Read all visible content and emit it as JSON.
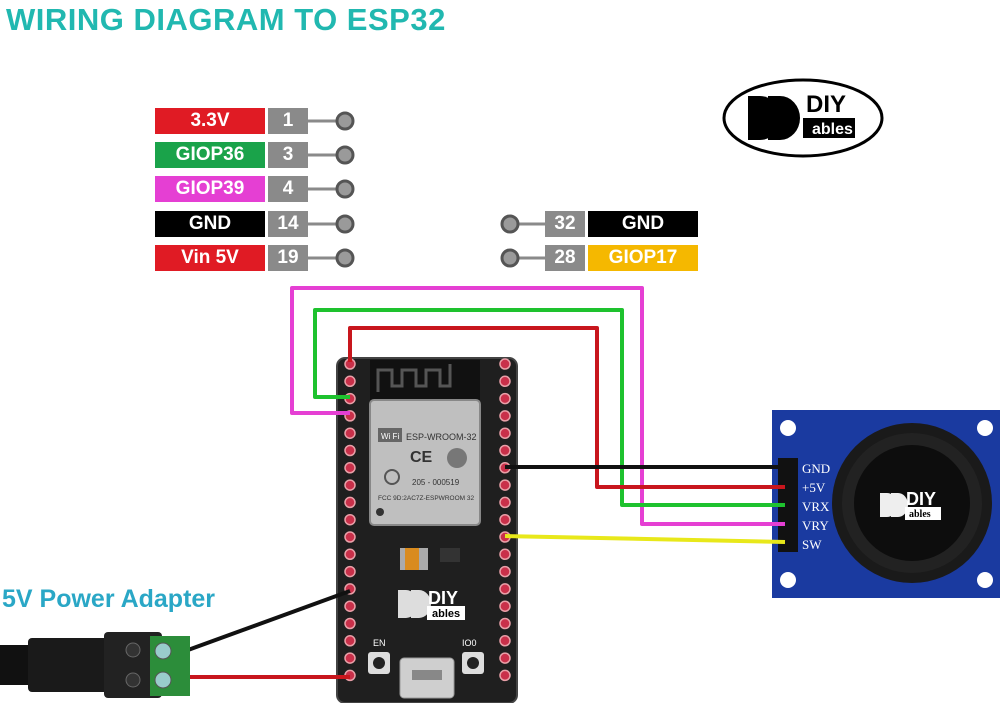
{
  "title": "WIRING DIAGRAM TO ESP32",
  "logo": {
    "text_top": "DIY",
    "text_bottom": "ables"
  },
  "left_pins": [
    {
      "label": "3.3V",
      "num": "1",
      "color": "#e01b24"
    },
    {
      "label": "GIOP36",
      "num": "3",
      "color": "#1aa34a"
    },
    {
      "label": "GIOP39",
      "num": "4",
      "color": "#e53fd3"
    },
    {
      "label": "GND",
      "num": "14",
      "color": "#000000"
    },
    {
      "label": "Vin 5V",
      "num": "19",
      "color": "#e01b24"
    }
  ],
  "right_pins": [
    {
      "label": "GND",
      "num": "32",
      "color": "#000000"
    },
    {
      "label": "GIOP17",
      "num": "28",
      "color": "#f5b800"
    }
  ],
  "esp32": {
    "module_name": "ESP-WROOM-32",
    "wifi": "Wi Fi",
    "fcc": "FCC 9D:2AC7Z-ESPWROOM 32",
    "r_code": "205 - 000519",
    "en_label": "EN",
    "io0_label": "IO0",
    "logo_top": "DIY",
    "logo_bottom": "ables"
  },
  "joystick": {
    "pins": [
      "GND",
      "+5V",
      "VRX",
      "VRY",
      "SW"
    ],
    "logo_top": "DIY",
    "logo_bottom": "ables"
  },
  "adapter_label": "5V Power Adapter",
  "wire_colors": {
    "pink": "#e53fd3",
    "green": "#1ec22e",
    "red": "#c8161d",
    "black": "#111111",
    "yellow": "#e8e81a"
  }
}
